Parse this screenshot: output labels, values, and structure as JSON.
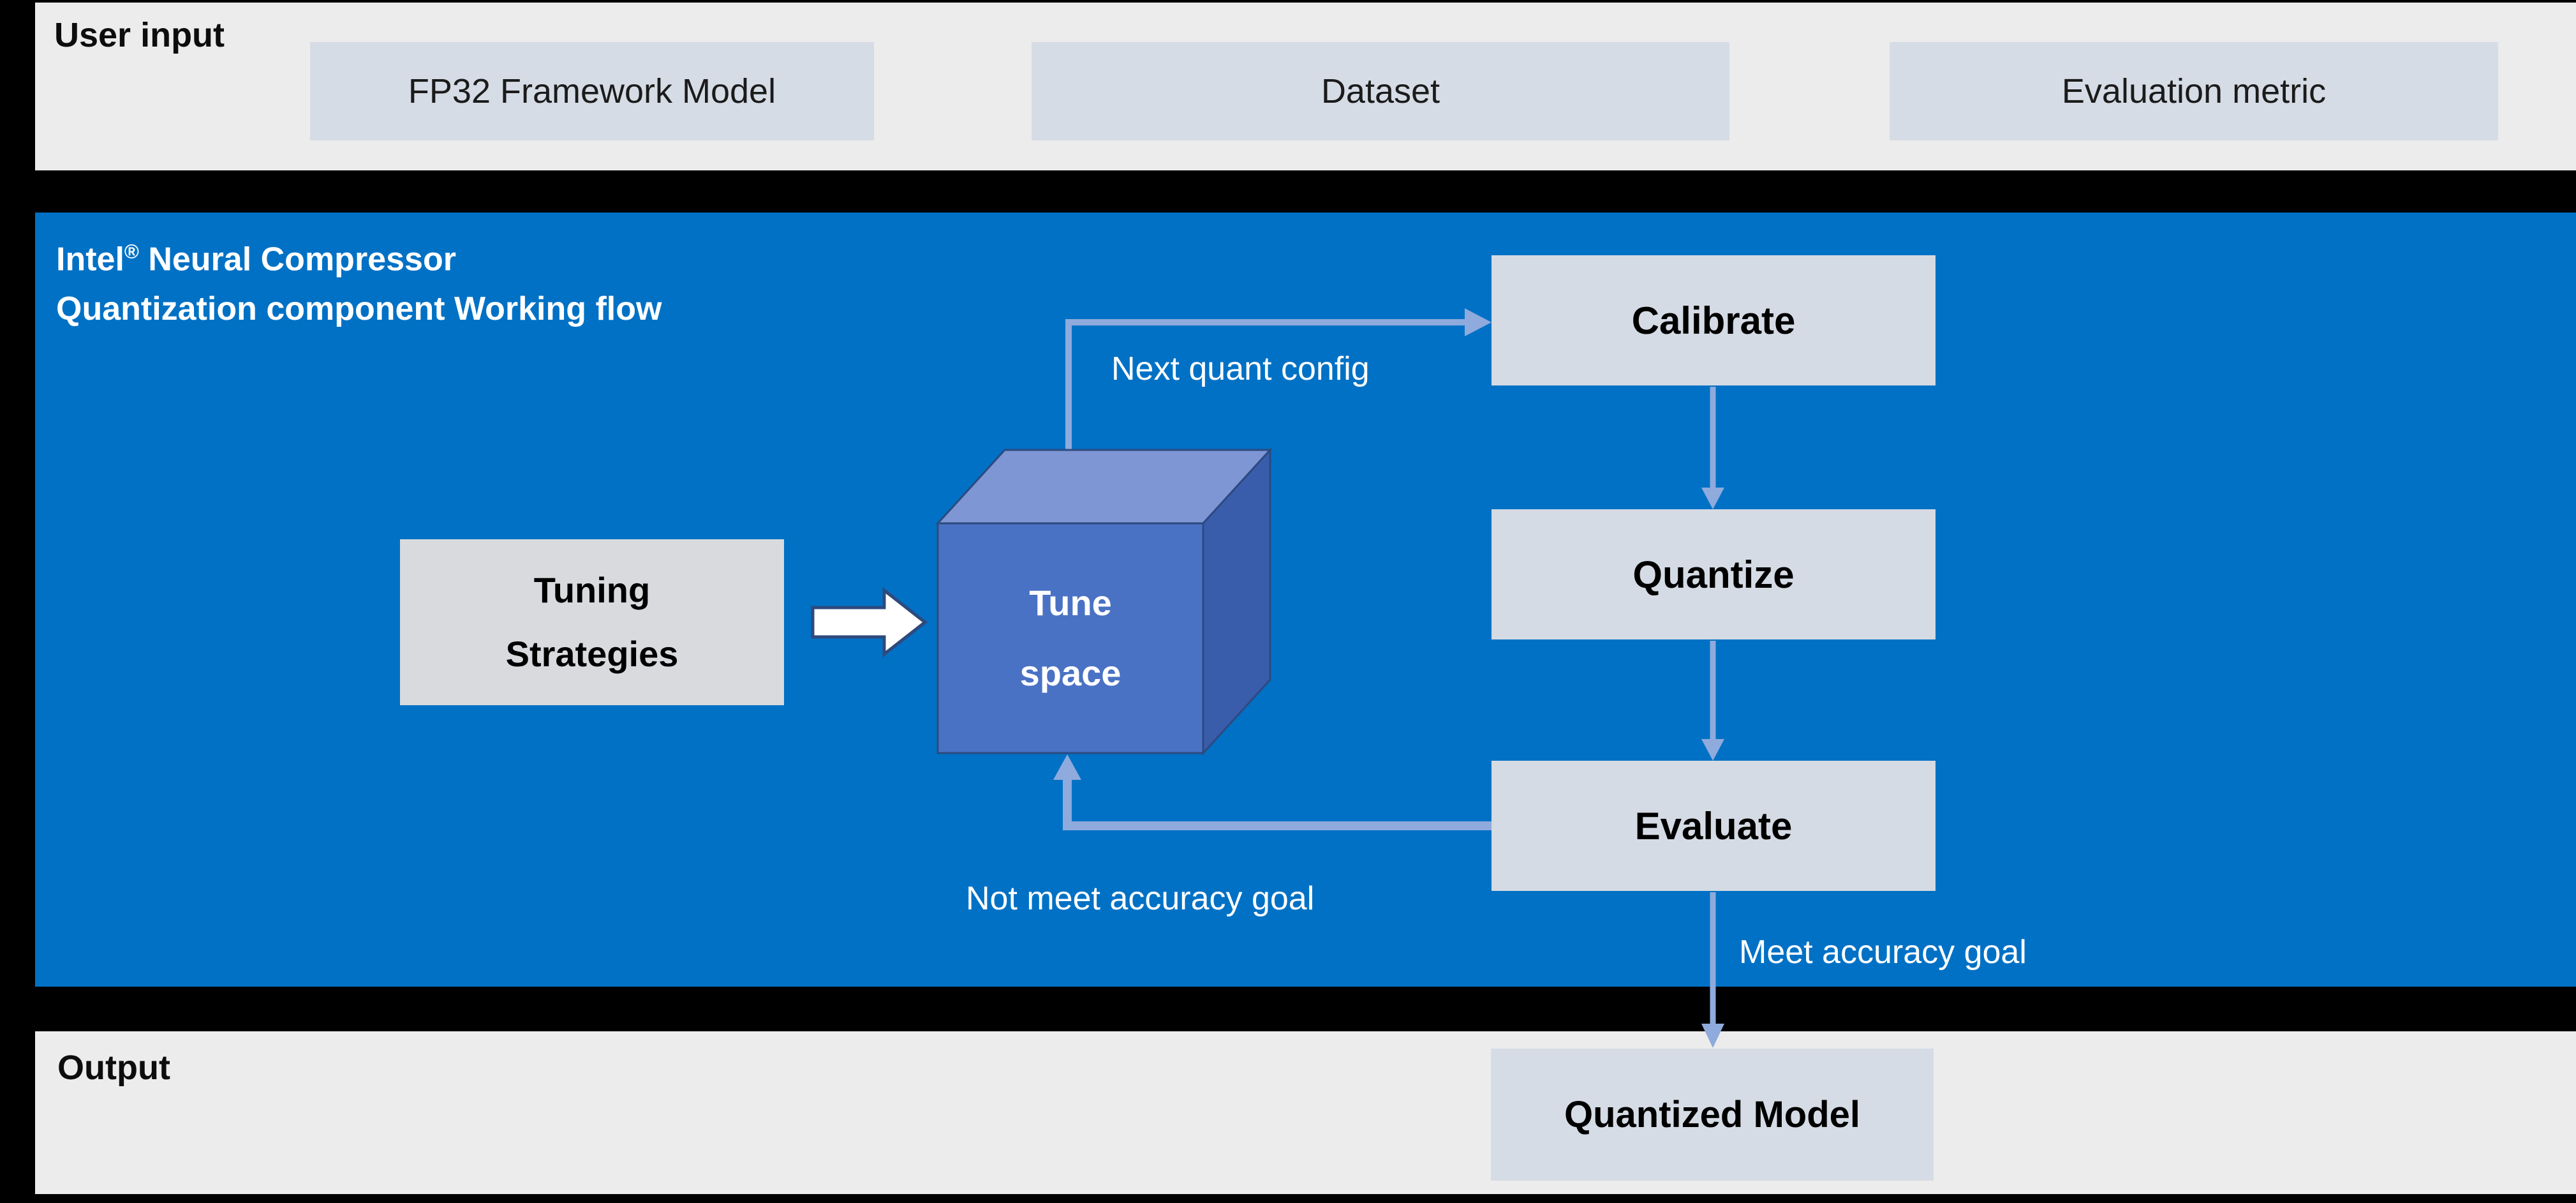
{
  "user_input_band": {
    "label": "User input",
    "boxes": [
      {
        "label": "FP32 Framework Model"
      },
      {
        "label": "Dataset"
      },
      {
        "label": "Evaluation metric"
      }
    ]
  },
  "workflow_band": {
    "title": {
      "brand": "Intel",
      "reg_mark": "®",
      "line1_rest": " Neural Compressor",
      "line2": "Quantization component Working flow"
    },
    "nodes": {
      "tuning_strategies": [
        "Tuning",
        "Strategies"
      ],
      "tune_space": [
        "Tune",
        "space"
      ],
      "calibrate": "Calibrate",
      "quantize": "Quantize",
      "evaluate": "Evaluate"
    },
    "edge_labels": {
      "next_quant_config": "Next quant config",
      "not_meet": "Not meet accuracy goal",
      "meet": "Meet accuracy goal"
    }
  },
  "output_band": {
    "label": "Output",
    "box_label": "Quantized Model"
  },
  "colors": {
    "background": "#000000",
    "band_gray": "#ececec",
    "band_blue": "#0071c5",
    "input_node_fill": "#d6dce5",
    "step_node_fill": "#d5dbe4",
    "tuning_node_fill": "#d9dade",
    "cube_front": "#4a72c4",
    "cube_top": "#7e96d4",
    "cube_side": "#3a5dab",
    "cube_edge": "#2c4a80",
    "connector": "#8faadc",
    "block_arrow_fill": "#ffffff",
    "block_arrow_outline": "#2e4a7d",
    "text_dark": "#0d0d0d",
    "text_light": "#ffffff"
  }
}
